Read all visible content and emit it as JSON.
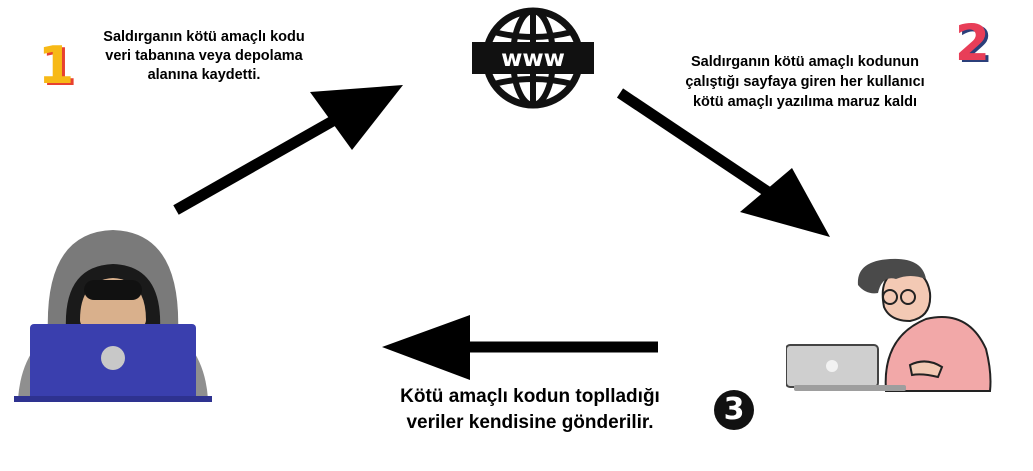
{
  "steps": [
    {
      "number": "1",
      "lines": [
        "Saldırganın kötü amaçlı kodu",
        "veri tabanına veya depolama",
        "alanına kaydetti."
      ]
    },
    {
      "number": "2",
      "lines": [
        "Saldırganın kötü amaçlı kodunun",
        "çalıştığı sayfaya giren her kullanıcı",
        "kötü amaçlı yazılıma maruz kaldı"
      ]
    },
    {
      "number": "3",
      "lines": [
        "Kötü amaçlı kodun toplladığı",
        "veriler kendisine  gönderilir."
      ]
    }
  ],
  "globe_label": "www",
  "icons": {
    "globe": "globe-www-icon",
    "hacker": "hooded-hacker-icon",
    "user": "user-with-laptop-icon"
  },
  "colors": {
    "num1_fill": "#f7b916",
    "num1_shadow": "#e8412f",
    "num2_fill": "#e83e58",
    "num2_shadow": "#2b3f7a",
    "hacker_laptop": "#3a3fae",
    "user_shirt": "#f2a8a8"
  }
}
